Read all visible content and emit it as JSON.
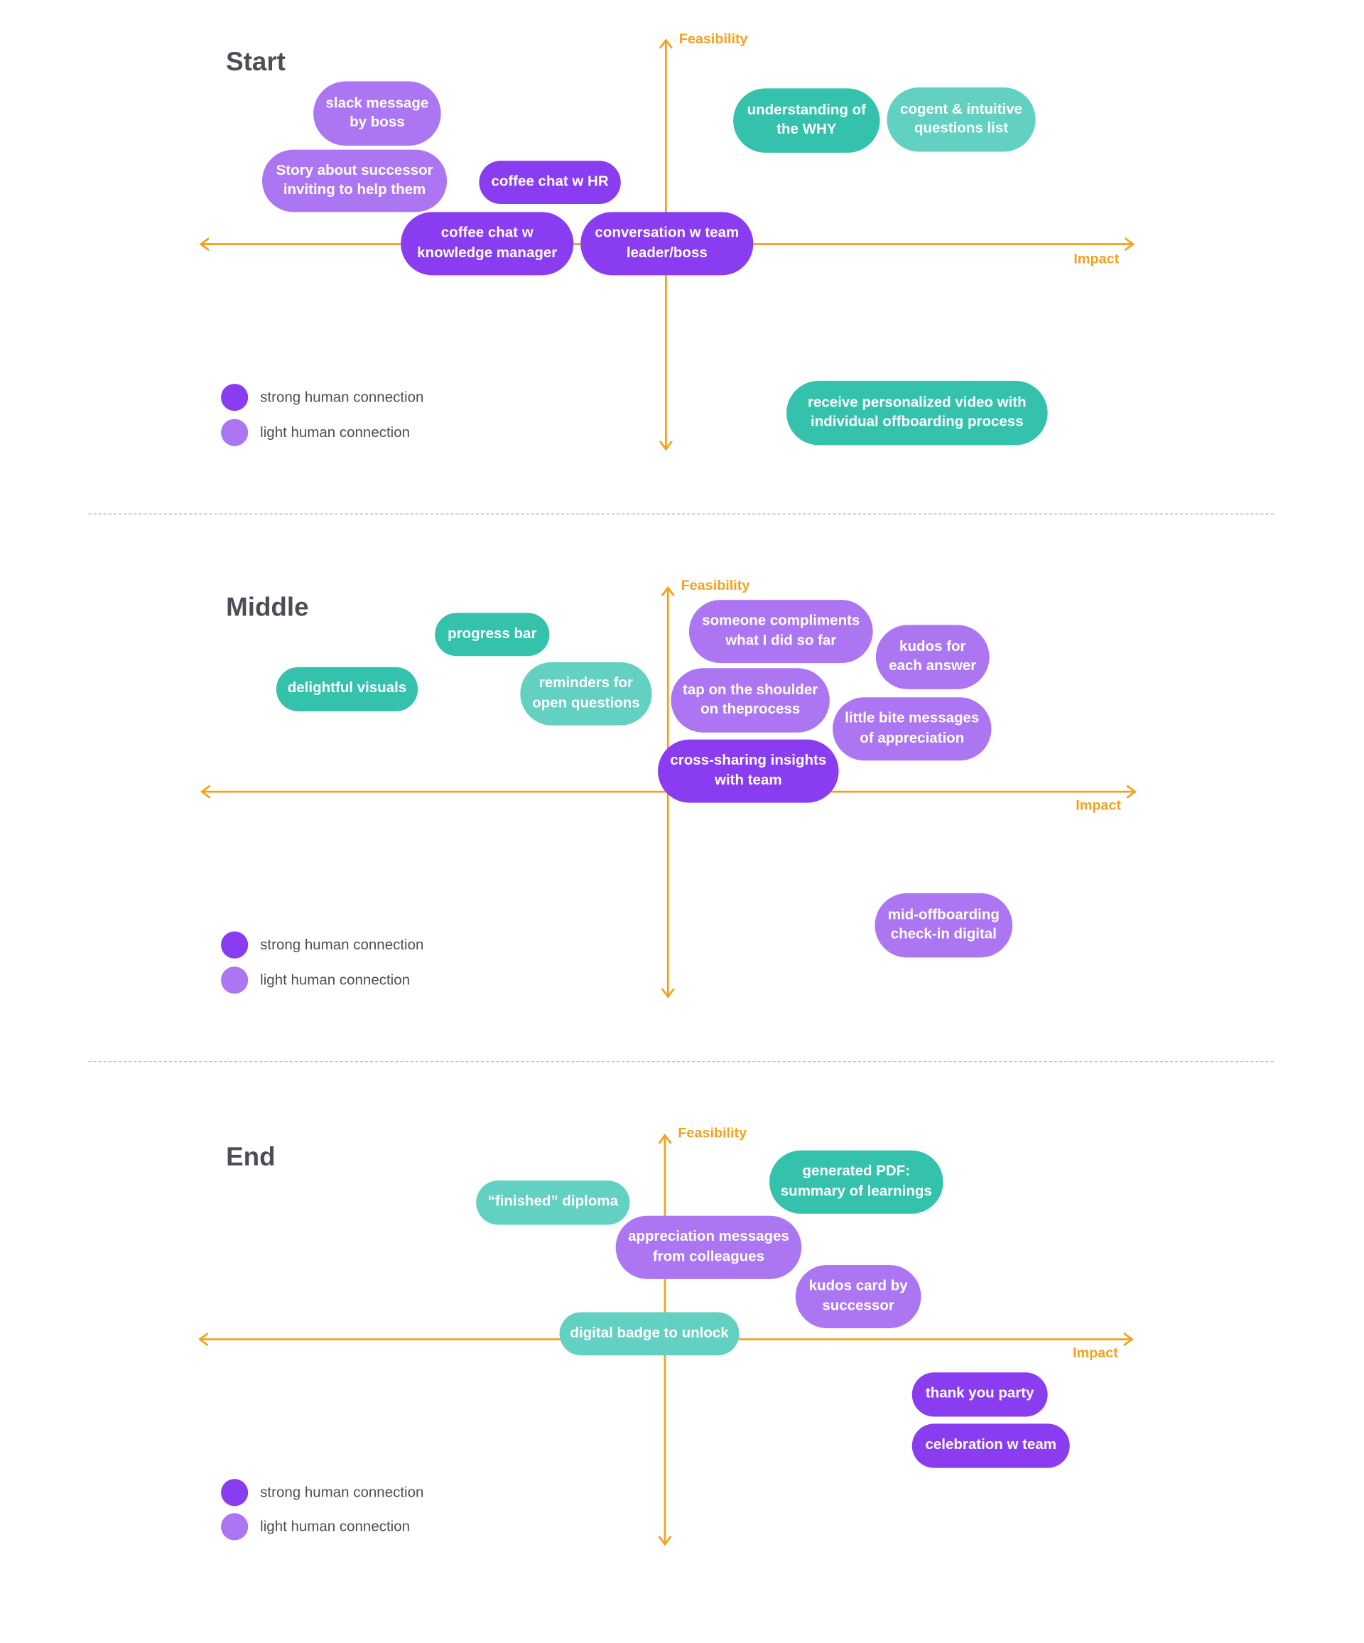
{
  "colors": {
    "axis": "#f3a21f",
    "strong_purple": "#8a3cf0",
    "light_purple": "#ac76f3",
    "dark_teal": "#34c2ad",
    "light_teal": "#63d1c1",
    "title": "#4d4d57"
  },
  "labels": {
    "feasibility": "Feasibility",
    "impact": "Impact"
  },
  "legend": {
    "strong": "strong human connection",
    "light": "light human connection"
  },
  "sections": [
    {
      "title": "Start",
      "items": [
        {
          "text": "slack message\nby boss",
          "color": "light_purple"
        },
        {
          "text": "Story about successor\ninviting to help them",
          "color": "light_purple"
        },
        {
          "text": "coffee chat w HR",
          "color": "strong_purple"
        },
        {
          "text": "coffee chat w\nknowledge manager",
          "color": "strong_purple"
        },
        {
          "text": "conversation w team\nleader/boss",
          "color": "strong_purple"
        },
        {
          "text": "understanding of\nthe WHY",
          "color": "dark_teal"
        },
        {
          "text": "cogent & intuitive\nquestions list",
          "color": "light_teal"
        },
        {
          "text": "receive personalized video with\nindividual offboarding process",
          "color": "dark_teal"
        }
      ]
    },
    {
      "title": "Middle",
      "items": [
        {
          "text": "progress bar",
          "color": "dark_teal"
        },
        {
          "text": "delightful visuals",
          "color": "dark_teal"
        },
        {
          "text": "reminders for\nopen questions",
          "color": "light_teal"
        },
        {
          "text": "someone compliments\nwhat I did so far",
          "color": "light_purple"
        },
        {
          "text": "kudos for\neach answer",
          "color": "light_purple"
        },
        {
          "text": "tap on the shoulder\non theprocess",
          "color": "light_purple"
        },
        {
          "text": "little bite messages\nof appreciation",
          "color": "light_purple"
        },
        {
          "text": "cross-sharing  insights\nwith team",
          "color": "strong_purple"
        },
        {
          "text": "mid-offboarding\ncheck-in digital",
          "color": "light_purple"
        }
      ]
    },
    {
      "title": "End",
      "items": [
        {
          "text": "“finished” diploma",
          "color": "light_teal"
        },
        {
          "text": "generated PDF:\nsummary of learnings",
          "color": "dark_teal"
        },
        {
          "text": "appreciation messages\nfrom colleagues",
          "color": "light_purple"
        },
        {
          "text": "kudos card by\nsuccessor",
          "color": "light_purple"
        },
        {
          "text": "digital badge to unlock",
          "color": "light_teal"
        },
        {
          "text": "thank you party",
          "color": "strong_purple"
        },
        {
          "text": "celebration w team",
          "color": "strong_purple"
        }
      ]
    }
  ]
}
